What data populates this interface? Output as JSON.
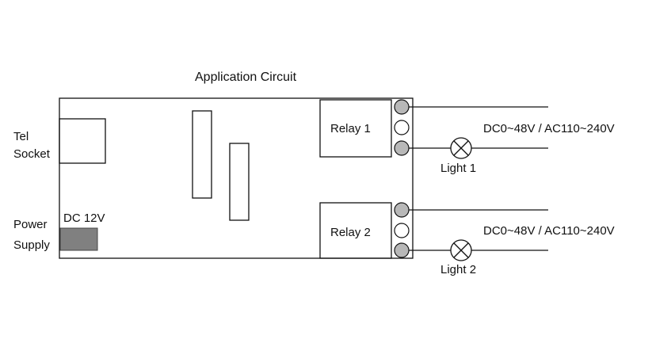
{
  "title": "Application Circuit",
  "labels": {
    "tel_line1": "Tel",
    "tel_line2": "Socket",
    "power_line1": "Power",
    "power_line2": "Supply",
    "dc": "DC 12V",
    "relay1": "Relay 1",
    "relay2": "Relay 2",
    "light1": "Light 1",
    "light2": "Light 2",
    "voltage1": "DC0~48V / AC110~240V",
    "voltage2": "DC0~48V / AC110~240V"
  },
  "colors": {
    "line": "#111111",
    "terminal_fill": "#b8b8b8",
    "dc_block": "#808080"
  }
}
